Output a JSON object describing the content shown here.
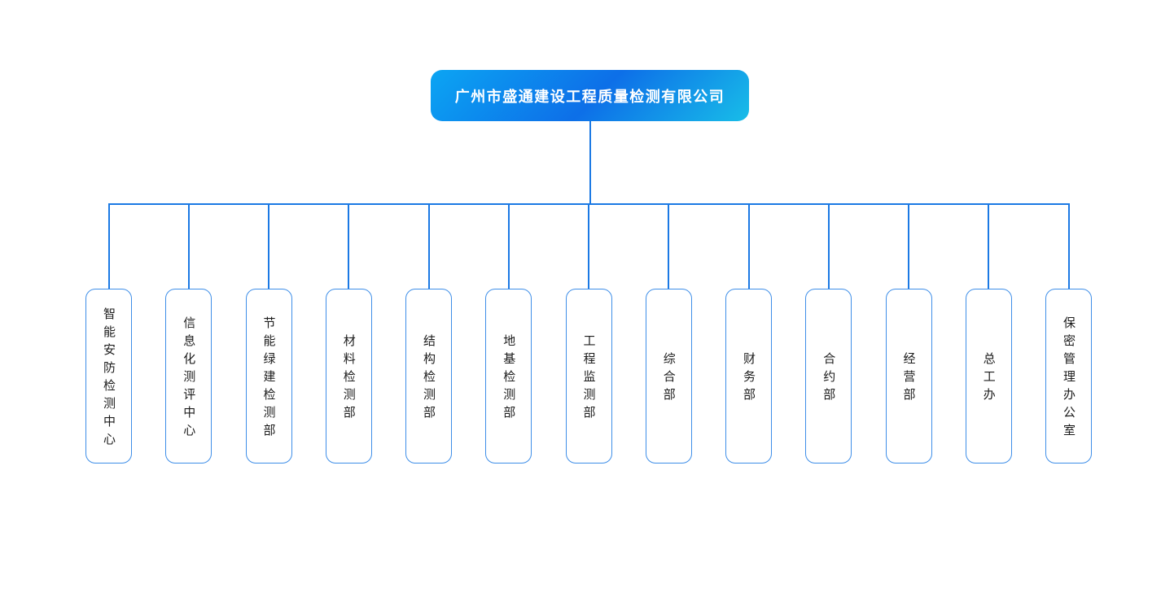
{
  "org_chart": {
    "company": "广州市盛通建设工程质量检测有限公司",
    "departments": [
      "智能安防检测中心",
      "信息化测评中心",
      "节能绿建检测部",
      "材料检测部",
      "结构检测部",
      "地基检测部",
      "工程监测部",
      "综合部",
      "财务部",
      "合约部",
      "经营部",
      "总工办",
      "保密管理办公室"
    ],
    "colors": {
      "line": "#1b79e4",
      "box_border": "#3e8ee8",
      "root_grad_start": "#0ca5f3",
      "root_grad_mid": "#0d6fe8",
      "root_grad_end": "#18bde8",
      "dept_text": "#1c1c1c",
      "root_text": "#ffffff",
      "page_bg": "#ffffff"
    }
  }
}
